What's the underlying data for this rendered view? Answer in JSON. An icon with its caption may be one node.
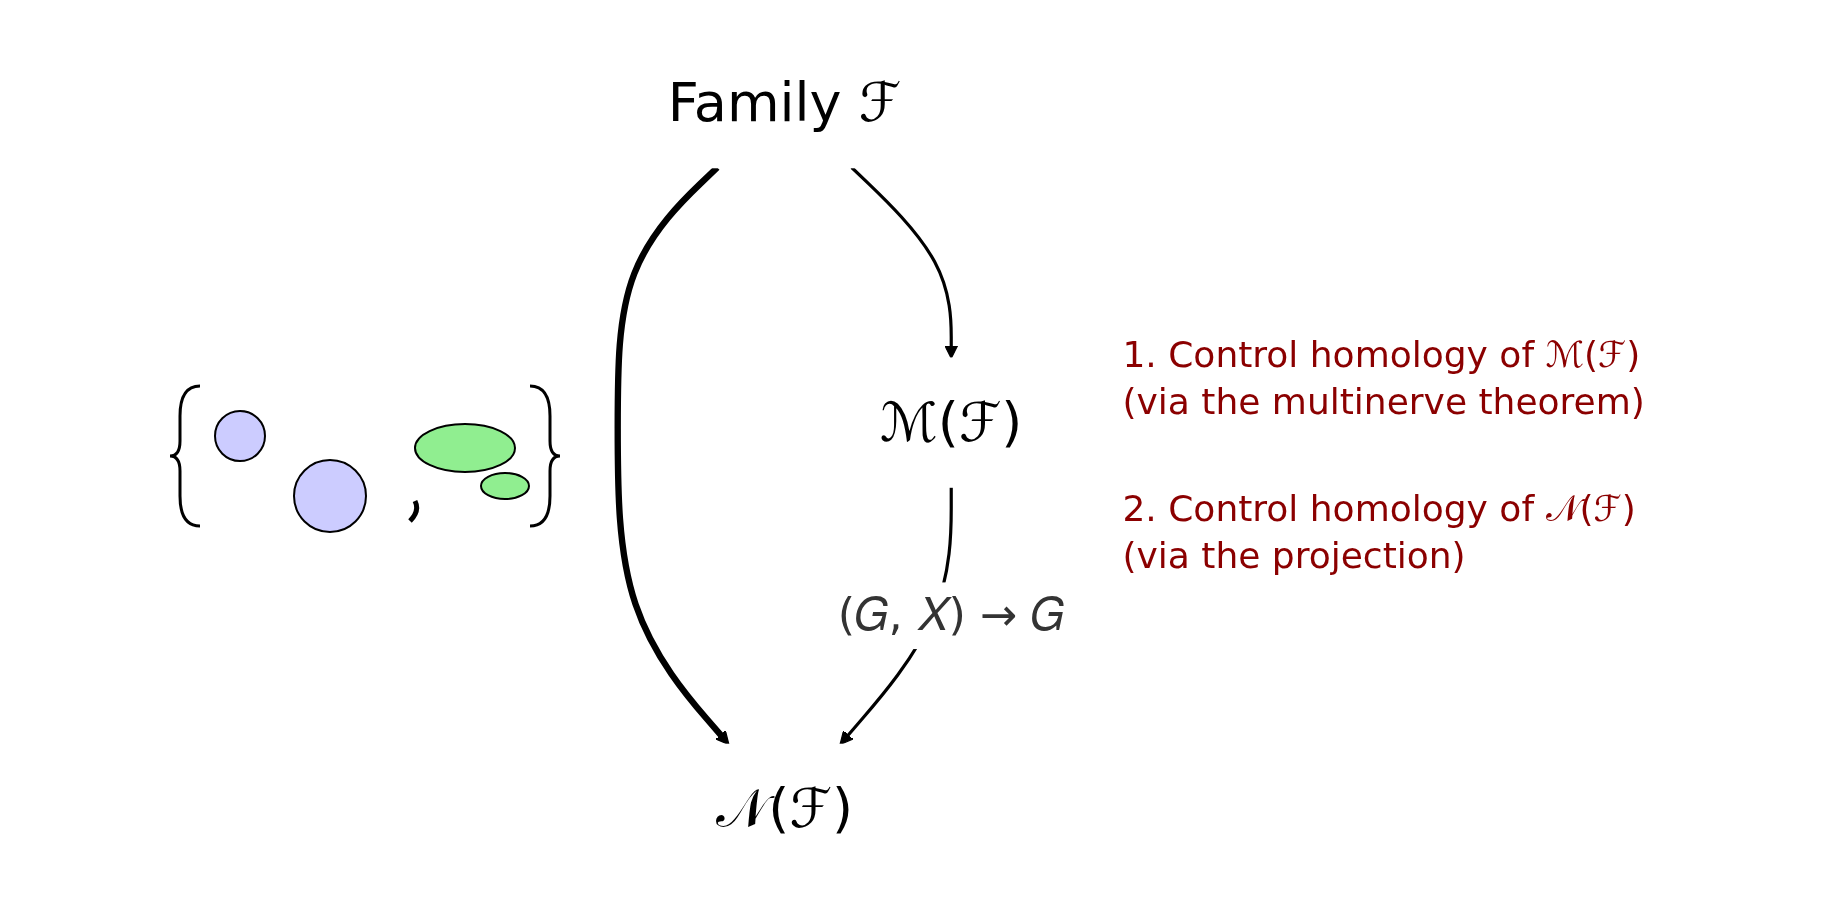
{
  "diagram": {
    "nodes": [
      {
        "text": [
          "Family ℱ"
        ]
      },
      {
        "text": [
          "𝒩(ℱ)"
        ]
      },
      {
        "text": [
          "ℳ(ℱ)"
        ]
      }
    ],
    "edges": [
      {
        "from": 0,
        "to": 1,
        "arrow": "to",
        "style": "thick"
      },
      {
        "from": 0,
        "to": 2,
        "arrow": "to"
      },
      {
        "from": 2,
        "to": 1,
        "arrow": "to",
        "label": "(𝐺, 𝑋) → 𝐺"
      }
    ],
    "labels": [
      "1. Control homology of ℳ(ℱ) (via the multinerve theorem)",
      "2. Control homology of 𝒩(ℱ) (via the projection)"
    ]
  }
}
